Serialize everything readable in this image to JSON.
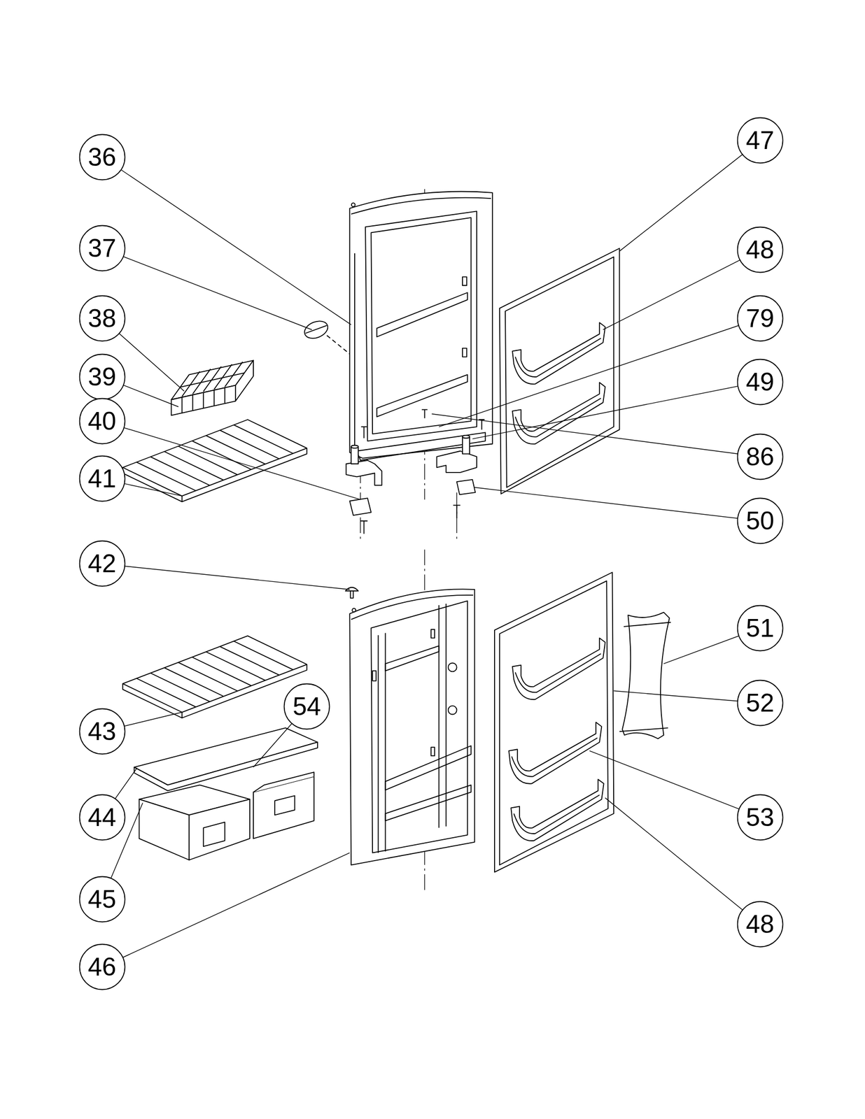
{
  "diagram": {
    "nodes": [
      {
        "text": [
          "47"
        ]
      },
      {
        "text": [
          "36"
        ]
      },
      {
        "text": [
          "37"
        ]
      },
      {
        "text": [
          "48"
        ]
      },
      {
        "text": [
          "38"
        ]
      },
      {
        "text": [
          "79"
        ]
      },
      {
        "text": [
          "39"
        ]
      },
      {
        "text": [
          "49"
        ]
      },
      {
        "text": [
          "40"
        ]
      },
      {
        "text": [
          "86"
        ]
      },
      {
        "text": [
          "41"
        ]
      },
      {
        "text": [
          "50"
        ]
      },
      {
        "text": [
          "42"
        ]
      },
      {
        "text": [
          "51"
        ]
      },
      {
        "text": [
          "52"
        ]
      },
      {
        "text": [
          "54"
        ]
      },
      {
        "text": [
          "43"
        ]
      },
      {
        "text": [
          "53"
        ]
      },
      {
        "text": [
          "44"
        ]
      },
      {
        "text": [
          "45"
        ]
      },
      {
        "text": [
          "48"
        ]
      },
      {
        "text": [
          "46"
        ]
      }
    ]
  }
}
